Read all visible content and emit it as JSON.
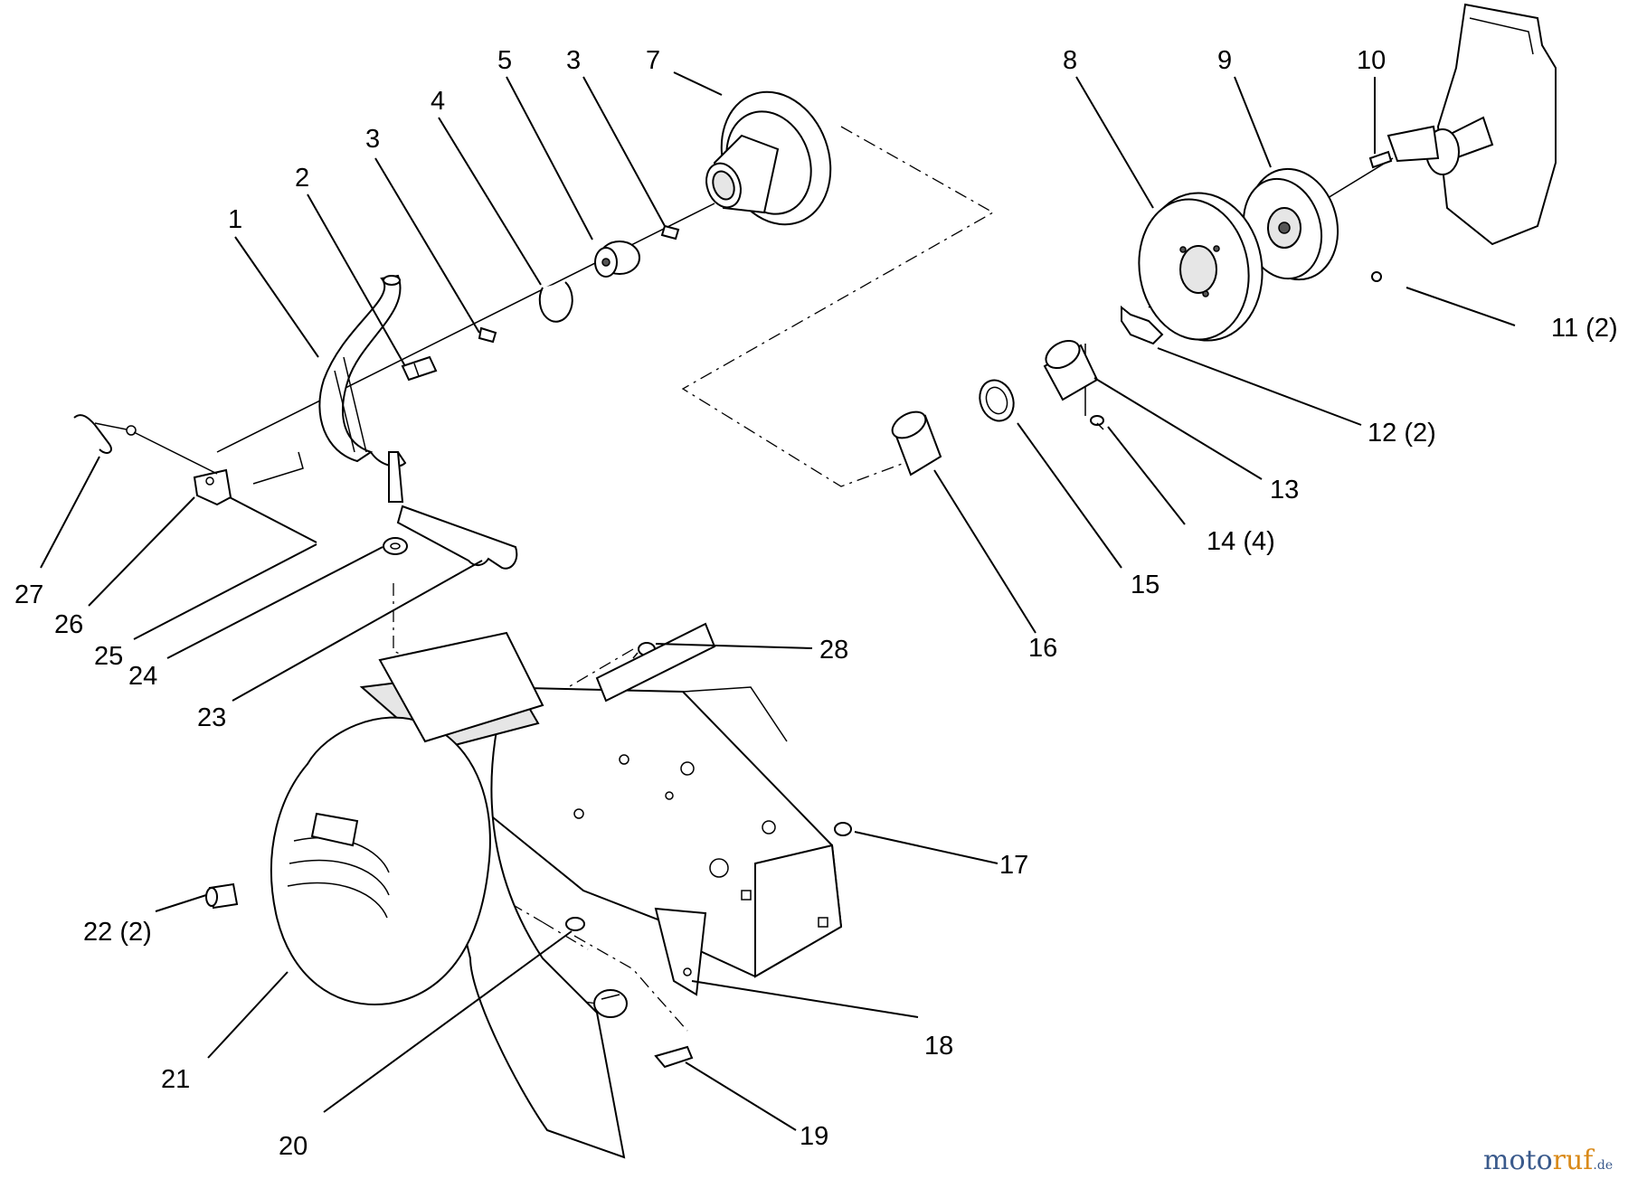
{
  "callouts": [
    {
      "id": "c1",
      "text": "1"
    },
    {
      "id": "c2",
      "text": "2"
    },
    {
      "id": "c3a",
      "text": "3"
    },
    {
      "id": "c3b",
      "text": "3"
    },
    {
      "id": "c4",
      "text": "4"
    },
    {
      "id": "c5",
      "text": "5"
    },
    {
      "id": "c7",
      "text": "7"
    },
    {
      "id": "c8",
      "text": "8"
    },
    {
      "id": "c9",
      "text": "9"
    },
    {
      "id": "c10",
      "text": "10"
    },
    {
      "id": "c11",
      "text": "11 (2)"
    },
    {
      "id": "c12",
      "text": "12 (2)"
    },
    {
      "id": "c13",
      "text": "13"
    },
    {
      "id": "c14",
      "text": "14 (4)"
    },
    {
      "id": "c15",
      "text": "15"
    },
    {
      "id": "c16",
      "text": "16"
    },
    {
      "id": "c17",
      "text": "17"
    },
    {
      "id": "c18",
      "text": "18"
    },
    {
      "id": "c19",
      "text": "19"
    },
    {
      "id": "c20",
      "text": "20"
    },
    {
      "id": "c21",
      "text": "21"
    },
    {
      "id": "c22",
      "text": "22 (2)"
    },
    {
      "id": "c23",
      "text": "23"
    },
    {
      "id": "c24",
      "text": "24"
    },
    {
      "id": "c25",
      "text": "25"
    },
    {
      "id": "c26",
      "text": "26"
    },
    {
      "id": "c27",
      "text": "27"
    },
    {
      "id": "c28",
      "text": "28"
    }
  ],
  "watermark": {
    "part1": "moto",
    "part2": "ruf",
    "suffix": ".de",
    "color1": "#3a5a8c",
    "color2": "#d98a1a"
  }
}
